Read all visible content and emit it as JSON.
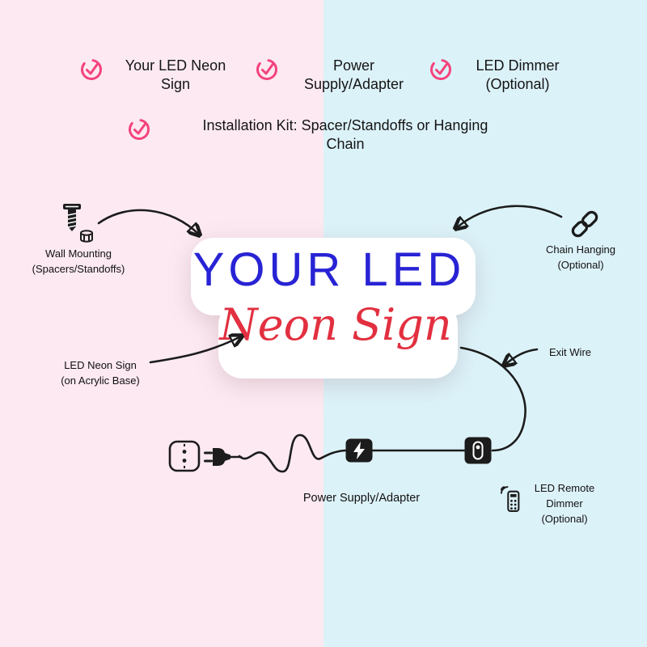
{
  "palette": {
    "background_left": "#fce9f1",
    "background_right": "#dcf2f9",
    "check_pink": "#f4437c",
    "sign_blue": "#2823d4",
    "sign_red": "#e23040",
    "ink": "#1c1c1c",
    "base_white": "#ffffff"
  },
  "checklist": {
    "items": [
      {
        "label": "Your LED Neon Sign",
        "lines": [
          "Your LED Neon",
          "Sign"
        ],
        "icon": "check-circle"
      },
      {
        "label": "Power Supply/Adapter",
        "lines": [
          "Power",
          "Supply/Adapter"
        ],
        "icon": "check-circle"
      },
      {
        "label": "LED Dimmer (Optional)",
        "lines": [
          "LED Dimmer",
          "(Optional)"
        ],
        "icon": "check-circle"
      },
      {
        "label": "Installation Kit: Spacer/Standoffs or Hanging Chain",
        "lines": [
          "Installation Kit: Spacer/Standoffs or Hanging",
          "Chain"
        ],
        "icon": "check-circle"
      }
    ]
  },
  "sign": {
    "title": "YOUR LED",
    "subtitle": "Neon Sign"
  },
  "callouts": {
    "wall_mounting": {
      "label": "Wall Mounting (Spacers/Standoffs)",
      "lines": [
        "Wall Mounting",
        "(Spacers/Standoffs)"
      ],
      "icon": "screw-standoff"
    },
    "chain_hanging": {
      "label": "Chain Hanging (Optional)",
      "lines": [
        "Chain Hanging",
        "(Optional)"
      ],
      "icon": "chain-link"
    },
    "neon_sign": {
      "label": "LED Neon Sign (on Acrylic Base)",
      "lines": [
        "LED Neon Sign",
        "(on Acrylic Base)"
      ]
    },
    "exit_wire": {
      "label": "Exit Wire",
      "lines": [
        "Exit Wire"
      ]
    },
    "power_supply": {
      "label": "Power Supply/Adapter",
      "lines": [
        "Power Supply/Adapter"
      ]
    },
    "remote_dimmer": {
      "label": "LED Remote Dimmer (Optional)",
      "lines": [
        "LED Remote",
        "Dimmer",
        "(Optional)"
      ],
      "icon": "remote-control"
    }
  },
  "wiring_icons": [
    "wall-socket",
    "power-plug",
    "power-adapter-bolt",
    "inline-dimmer",
    "remote-control"
  ]
}
